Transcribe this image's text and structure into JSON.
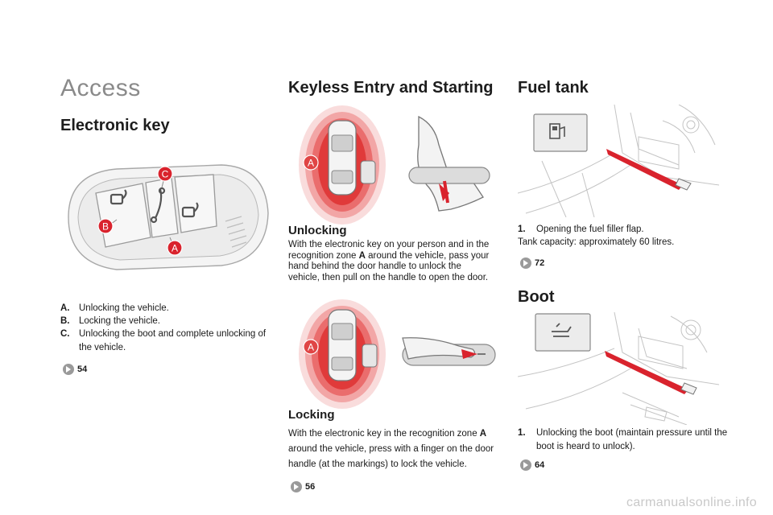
{
  "page_title": "Access",
  "electronic_key": {
    "heading": "Electronic key",
    "callouts": [
      "A",
      "B",
      "C"
    ],
    "items": [
      {
        "label": "A.",
        "text": "Unlocking the vehicle."
      },
      {
        "label": "B.",
        "text": "Locking the vehicle."
      },
      {
        "label": "C.",
        "text": "Unlocking the boot and complete unlocking of the vehicle."
      }
    ],
    "page_ref": "54"
  },
  "keyless": {
    "heading": "Keyless Entry and Starting",
    "zone_label": "A",
    "unlocking": {
      "heading": "Unlocking",
      "text_before": "With the electronic key on your person and in the recognition zone ",
      "zone": "A",
      "text_after": " around the vehicle, pass your hand behind the door handle to unlock the vehicle, then pull on the handle to open the door."
    },
    "locking": {
      "heading": "Locking",
      "text_before": "With the electronic key in the recognition zone ",
      "zone": "A",
      "text_after": " around the vehicle, press with a finger on the door handle (at the markings) to lock the vehicle."
    },
    "page_ref": "56"
  },
  "fuel_tank": {
    "heading": "Fuel tank",
    "item_label": "1.",
    "item_text": "Opening the fuel filler flap.",
    "note": "Tank capacity: approximately 60 litres.",
    "page_ref": "72"
  },
  "boot": {
    "heading": "Boot",
    "item_label": "1.",
    "item_text": "Unlocking the boot (maintain pressure until the boot is heard to unlock).",
    "page_ref": "64"
  },
  "watermark": "carmanualsonline.info",
  "colors": {
    "accent_red": "#d9232d",
    "zone_red": "#e84848",
    "line_grey": "#9a9a9a"
  }
}
